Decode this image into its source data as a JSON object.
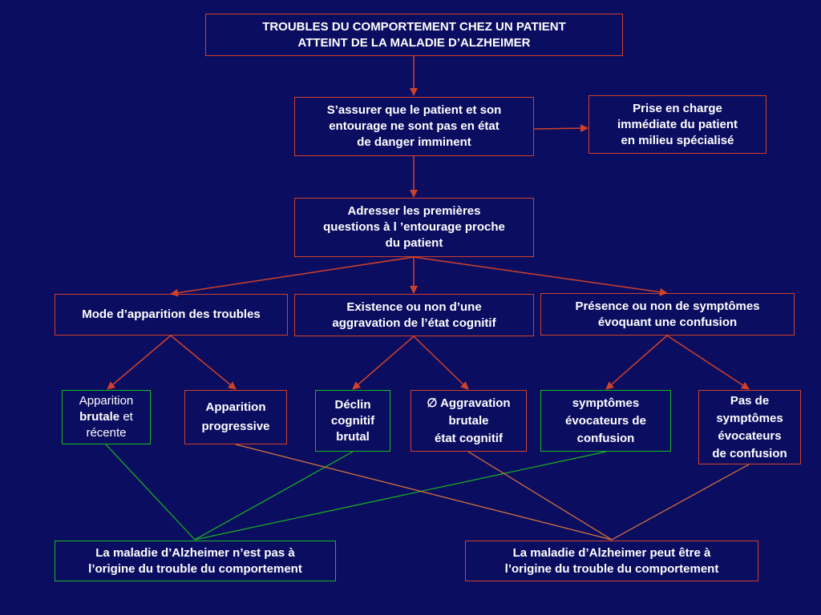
{
  "diagram": {
    "title": "TROUBLES DU COMPORTEMENT CHEZ UN PATIENT\nATTEINT DE LA MALADIE D’ALZHEIMER",
    "step_safety": "S’assurer que le patient et son\nentourage ne sont pas en état\nde danger imminent",
    "step_care": "Prise en charge\nimmédiate du patient\nen milieu spécialisé",
    "step_questions": "Adresser les premières\nquestions à l ’entourage proche\ndu patient",
    "criterion_onset": "Mode d’apparition des troubles",
    "criterion_cognitive": "Existence ou non d’une\naggravation de l’état cognitif",
    "criterion_confusion": "Présence ou non de symptômes\névoquant une confusion",
    "onset_sudden": {
      "word1": "Apparition",
      "word2": "brutale",
      "word3": " et\nrécente"
    },
    "onset_progressive": "Apparition\nprogressive",
    "decline_sudden": "Déclin\ncognitif\nbrutal",
    "no_aggravation": {
      "symbol": "∅",
      "text": " Aggravation\nbrutale\nétat cognitif"
    },
    "confusion_symptoms": "symptômes\névocateurs de\nconfusion",
    "no_confusion_symptoms": "Pas de\nsymptômes\névocateurs\nde confusion",
    "conclusion_not": "La maladie d’Alzheimer n’est pas à\nl’origine du trouble du comportement",
    "conclusion_may": "La maladie d’Alzheimer peut être à\nl’origine du trouble du comportement"
  },
  "colors": {
    "background": "#0b0d61",
    "red_border": "#d0412a",
    "green_border": "#18b91e",
    "arrow_line": "#d0412a",
    "line_orange": "#e0773a",
    "line_green": "#18b91e",
    "text": "#ffffff"
  }
}
